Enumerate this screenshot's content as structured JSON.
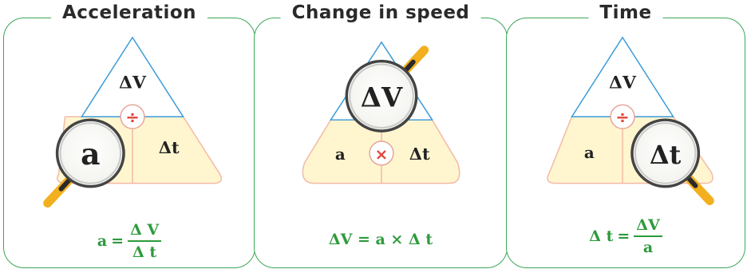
{
  "panels": [
    {
      "title": "Acceleration",
      "top_label": "ΔV",
      "left_label": "a",
      "right_label": "Δt",
      "operator": "÷",
      "formula": {
        "lhs": "a",
        "eq": "=",
        "num": "Δ V",
        "den": "Δ t"
      }
    },
    {
      "title": "Change in speed",
      "top_label": "ΔV",
      "left_label": "a",
      "right_label": "Δt",
      "operator": "×",
      "formula": {
        "text": "ΔV = a × Δ t"
      }
    },
    {
      "title": "Time",
      "top_label": "ΔV",
      "left_label": "a",
      "right_label": "Δt",
      "operator": "÷",
      "formula": {
        "lhs": "Δ t",
        "eq": "=",
        "num": "ΔV",
        "den": "a"
      }
    }
  ],
  "colors": {
    "frame": "#3aa757",
    "formula": "#2e9a3c",
    "triangle_top": "#ffffff",
    "triangle_bottom": "#fff6cf",
    "triangle_edge_top": "#3b9ad9",
    "triangle_edge_bottom": "#f4b8a6",
    "operator": "#e2453b",
    "magnifier_handle": "#f2b01e"
  }
}
